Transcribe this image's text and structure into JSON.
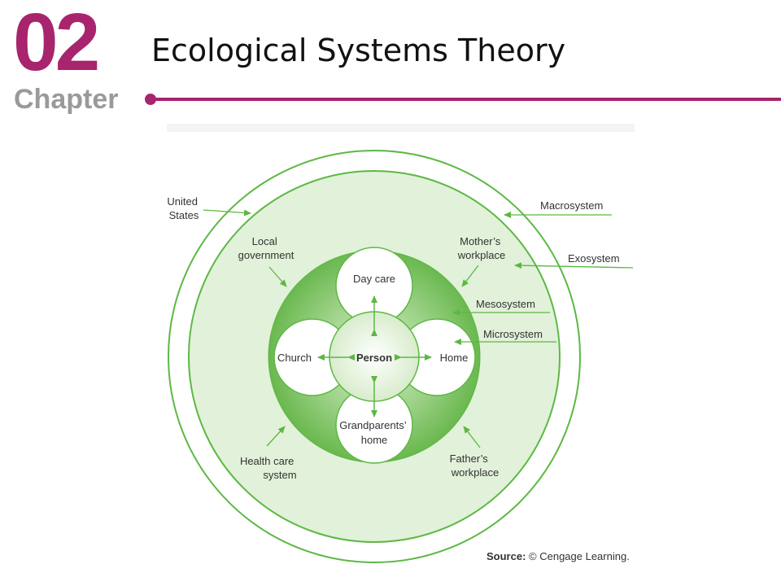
{
  "slide": {
    "chapter_number": "02",
    "chapter_word": "Chapter",
    "title": "Ecological Systems Theory"
  },
  "diagram": {
    "outer_labels": {
      "united_states": [
        "United",
        "States"
      ],
      "macrosystem": "Macrosystem",
      "exosystem": "Exosystem",
      "mesosystem": "Mesosystem",
      "microsystem": "Microsystem"
    },
    "exo_labels": {
      "local_government": [
        "Local",
        "government"
      ],
      "mothers_workplace": [
        "Mother’s",
        "workplace"
      ],
      "health_care": [
        "Health care",
        "system"
      ],
      "fathers_workplace": [
        "Father’s",
        "workplace"
      ]
    },
    "micro_labels": {
      "day_care": "Day care",
      "church": "Church",
      "person": "Person",
      "home": "Home",
      "grandparents": [
        "Grandparents’",
        "home"
      ]
    }
  },
  "source": {
    "label": "Source:",
    "text": "© Cengage Learning."
  },
  "colors": {
    "accent": "#a8246d",
    "grey_text": "#9a9a9a",
    "green_line": "#5cb844",
    "green_light": "#e2f1d9",
    "green_mid": "#6fbe55"
  }
}
